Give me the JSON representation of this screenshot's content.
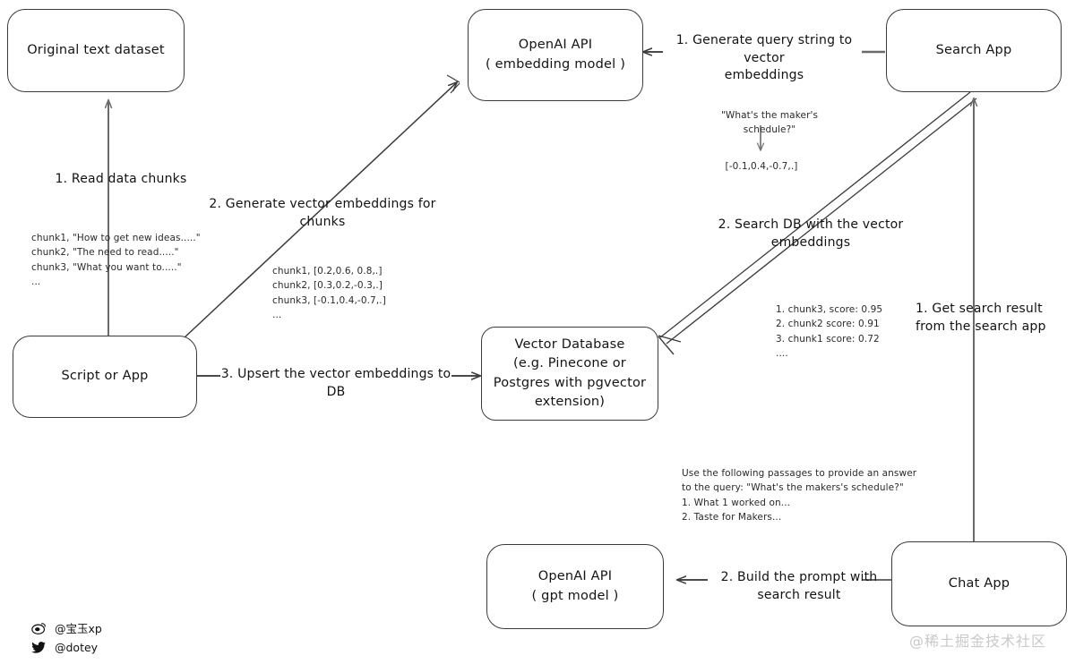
{
  "diagram": {
    "title": "Vector embedding search and chat architecture",
    "background": "#ffffff",
    "stroke": "#3b3b3b",
    "text_color": "#141414",
    "nodes": [
      {
        "id": "original-text-dataset",
        "lines": [
          "Original text dataset"
        ]
      },
      {
        "id": "openai-api-embedding",
        "lines": [
          "OpenAI API",
          "( embedding model )"
        ]
      },
      {
        "id": "search-app",
        "lines": [
          "Search App"
        ]
      },
      {
        "id": "script-or-app",
        "lines": [
          "Script or App"
        ]
      },
      {
        "id": "vector-database",
        "lines": [
          "Vector Database",
          "(e.g. Pinecone or",
          "Postgres with pgvector",
          "extension)"
        ]
      },
      {
        "id": "openai-api-gpt",
        "lines": [
          "OpenAI API",
          "( gpt model )"
        ]
      },
      {
        "id": "chat-app",
        "lines": [
          "Chat App"
        ]
      }
    ],
    "edge_labels": {
      "read_data_chunks": "1. Read data chunks",
      "generate_vector_embeddings_for_chunks": "2. Generate vector embeddings for chunks",
      "upsert_vector_embeddings": "3. Upsert the vector embeddings  to DB",
      "generate_query_string": "1. Generate query string to vector\nembeddings",
      "search_db_with_vector_embeddings": "2. Search DB with the vector embeddings",
      "get_search_result": "1. Get search result\nfrom the search app",
      "build_prompt_with_search_result": "2. Build the prompt with\nsearch result"
    },
    "notes": {
      "source_chunks": "chunk1, \"How to get new ideas.....\"\nchunk2, \"The need to read.....\"\nchunk3, \"What you want to.....\"\n...",
      "chunk_embeddings": "chunk1, [0.2,0.6, 0.8,.]\nchunk2, [0.3,0.2,-0.3,.]\nchunk3, [-0.1,0.4,-0.7,.]\n...",
      "query_text": "\"What's the maker's schedule?\"",
      "query_embedding": "[-0.1,0.4,-0.7,.]",
      "search_scores": "1. chunk3, score: 0.95\n2. chunk2 score: 0.91\n3. chunk1 score: 0.72\n....",
      "prompt_text": "Use the following passages to provide an answer\nto the query: \"What's the makers's schedule?\"\n1. What 1 worked on...\n2. Taste for Makers..."
    },
    "signature": {
      "weibo_handle": "@宝玉xp",
      "twitter_handle": "@dotey"
    },
    "watermark": "@稀土掘金技术社区"
  }
}
